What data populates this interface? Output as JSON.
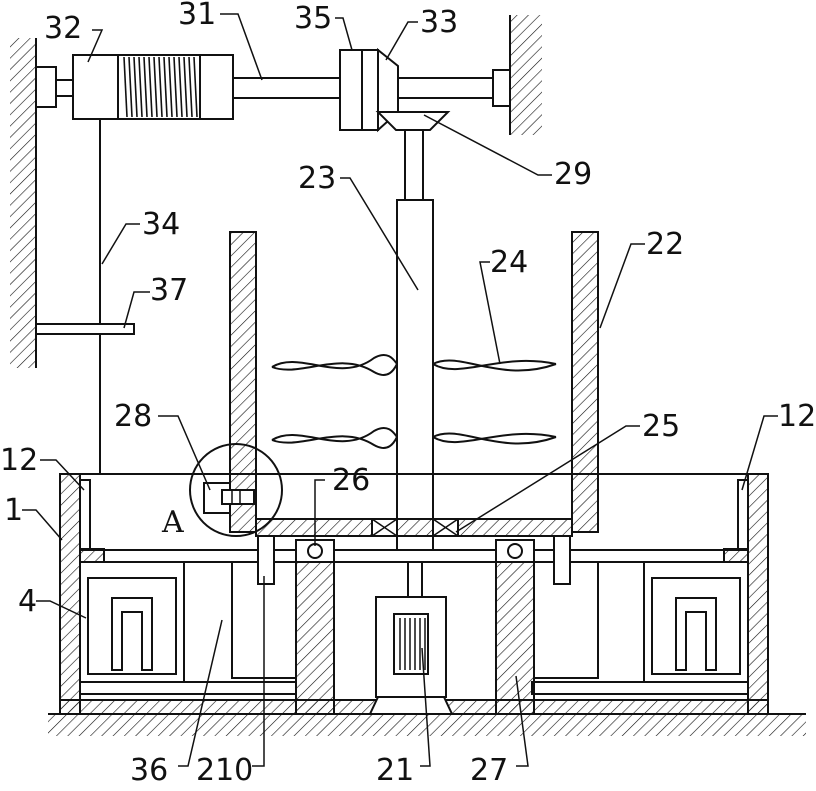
{
  "figure": {
    "labels": [
      {
        "key": "l32",
        "text": "32"
      },
      {
        "key": "l31",
        "text": "31"
      },
      {
        "key": "l35",
        "text": "35"
      },
      {
        "key": "l33",
        "text": "33"
      },
      {
        "key": "l29",
        "text": "29"
      },
      {
        "key": "l23",
        "text": "23"
      },
      {
        "key": "l34",
        "text": "34"
      },
      {
        "key": "l24",
        "text": "24"
      },
      {
        "key": "l22",
        "text": "22"
      },
      {
        "key": "l37",
        "text": "37"
      },
      {
        "key": "l28",
        "text": "28"
      },
      {
        "key": "l25",
        "text": "25"
      },
      {
        "key": "l12a",
        "text": "12"
      },
      {
        "key": "l12b",
        "text": "12"
      },
      {
        "key": "l26",
        "text": "26"
      },
      {
        "key": "l1",
        "text": "1"
      },
      {
        "key": "lA",
        "text": "A"
      },
      {
        "key": "l4",
        "text": "4"
      },
      {
        "key": "l36",
        "text": "36"
      },
      {
        "key": "l210",
        "text": "210"
      },
      {
        "key": "l21",
        "text": "21"
      },
      {
        "key": "l27",
        "text": "27"
      }
    ]
  }
}
